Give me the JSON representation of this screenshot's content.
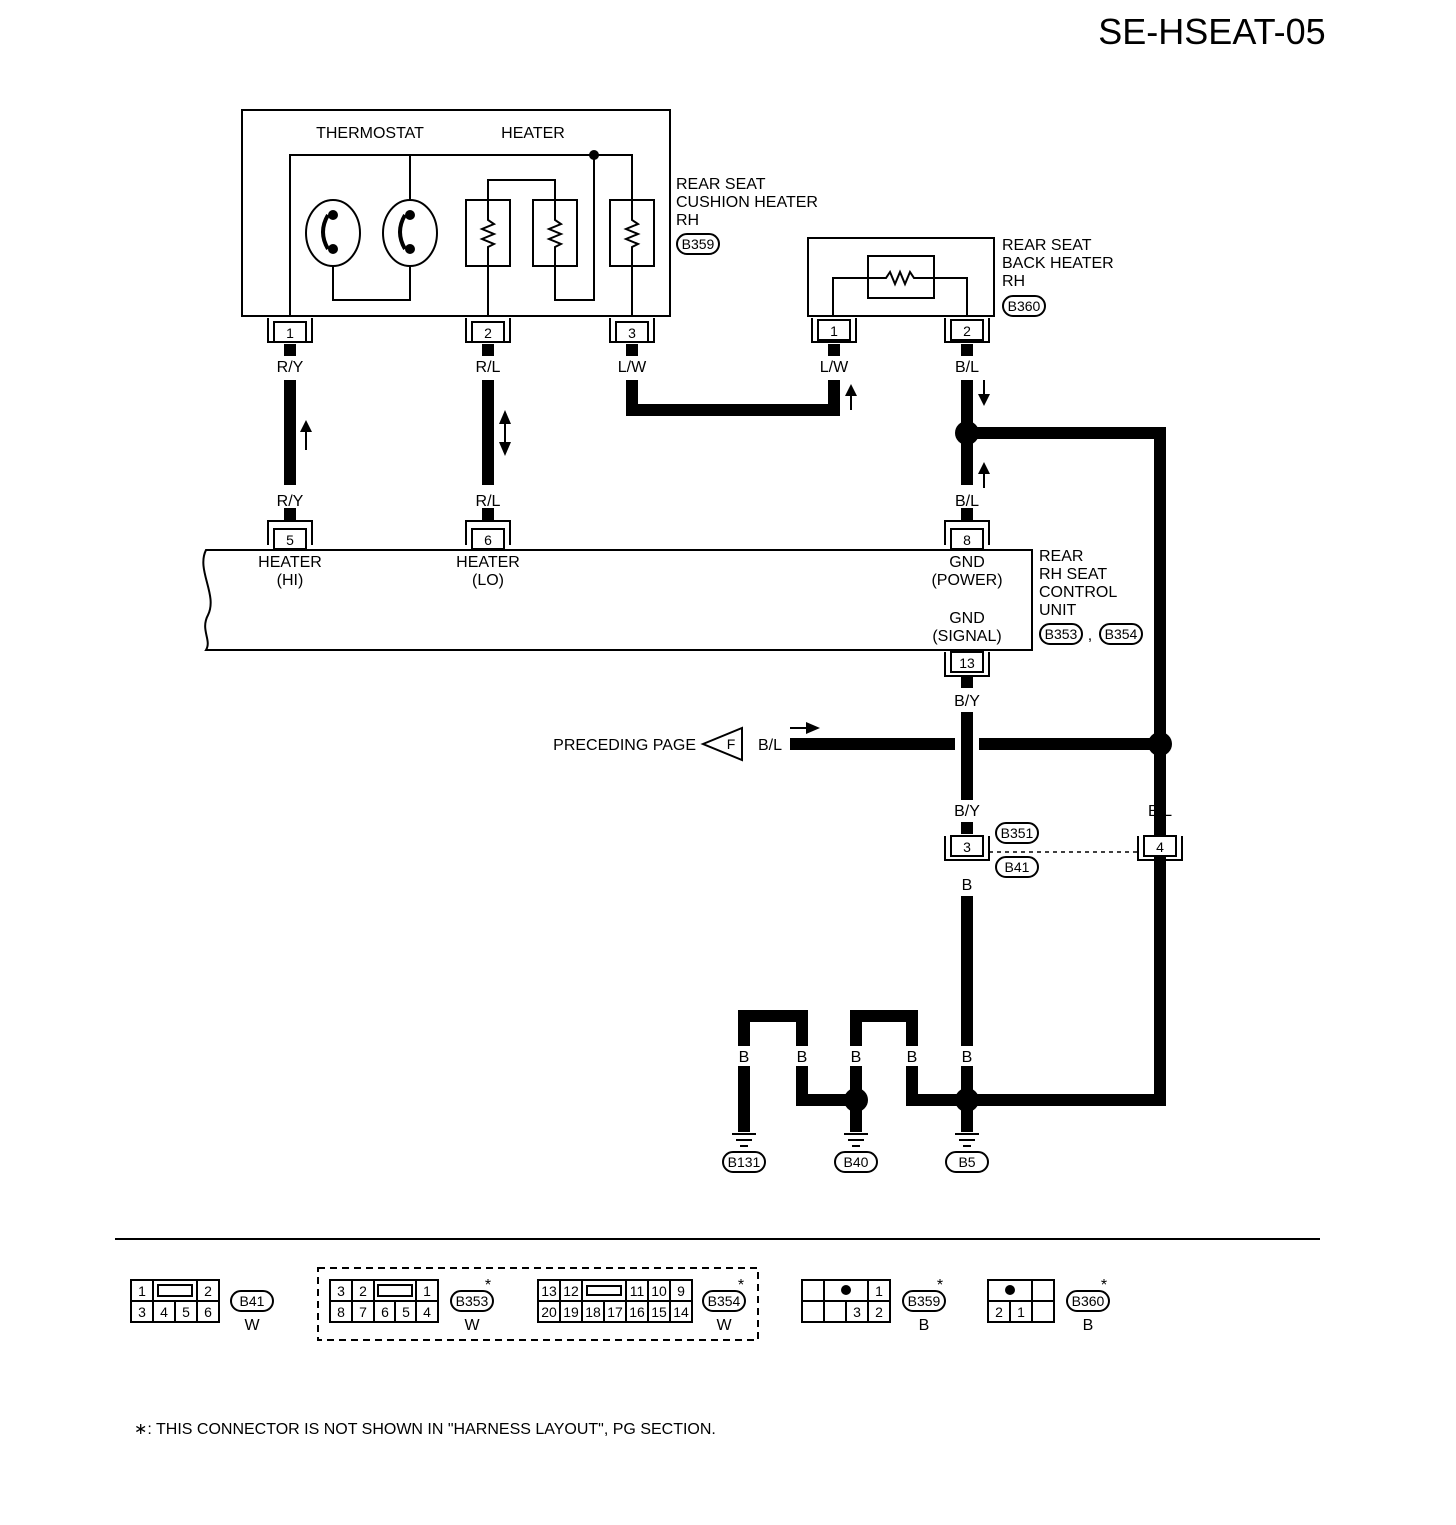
{
  "page_code": "SE-HSEAT-05",
  "cushion_heater": {
    "label_lines": [
      "REAR SEAT",
      "CUSHION HEATER",
      "RH"
    ],
    "thermostat": "THERMOSTAT",
    "heater": "HEATER",
    "connector": "B359",
    "pins": [
      "1",
      "2",
      "3"
    ]
  },
  "back_heater": {
    "label_lines": [
      "REAR SEAT",
      "BACK HEATER",
      "RH"
    ],
    "connector": "B360",
    "pins": [
      "1",
      "2"
    ]
  },
  "wire_colors": {
    "ry": "R/Y",
    "rl": "R/L",
    "lw": "L/W",
    "bl": "B/L",
    "by": "B/Y",
    "b": "B"
  },
  "control_unit": {
    "label_lines": [
      "REAR",
      "RH SEAT",
      "CONTROL",
      "UNIT"
    ],
    "connectors": [
      "B353",
      "B354"
    ],
    "separator": ",",
    "pins": [
      "5",
      "6",
      "8",
      "13"
    ],
    "terminals": {
      "heater_hi": [
        "HEATER",
        "(HI)"
      ],
      "heater_lo": [
        "HEATER",
        "(LO)"
      ],
      "gnd_power": [
        "GND",
        "(POWER)"
      ],
      "gnd_signal": [
        "GND",
        "(SIGNAL)"
      ]
    }
  },
  "preceding_page": {
    "label": "PRECEDING PAGE",
    "flag": "F"
  },
  "joint": {
    "connectors": [
      "B351",
      "B41"
    ],
    "pins": [
      "3",
      "4"
    ]
  },
  "grounds": [
    "B131",
    "B40",
    "B5"
  ],
  "connector_views": {
    "b41": {
      "id": "B41",
      "color": "W",
      "pins": [
        "1",
        "2",
        "3",
        "4",
        "5",
        "6"
      ]
    },
    "b353": {
      "id": "B353",
      "color": "W",
      "pins": [
        "3",
        "2",
        "1",
        "8",
        "7",
        "6",
        "5",
        "4"
      ]
    },
    "b354": {
      "id": "B354",
      "color": "W",
      "pins": [
        "13",
        "12",
        "11",
        "10",
        "9",
        "20",
        "19",
        "18",
        "17",
        "16",
        "15",
        "14"
      ]
    },
    "b359": {
      "id": "B359",
      "color": "B",
      "pins": [
        "1",
        "3",
        "2"
      ]
    },
    "b360": {
      "id": "B360",
      "color": "B",
      "pins": [
        "2",
        "1"
      ]
    },
    "asterisk": "*"
  },
  "footnote": "∗: THIS CONNECTOR IS NOT SHOWN IN \"HARNESS LAYOUT\", PG SECTION."
}
